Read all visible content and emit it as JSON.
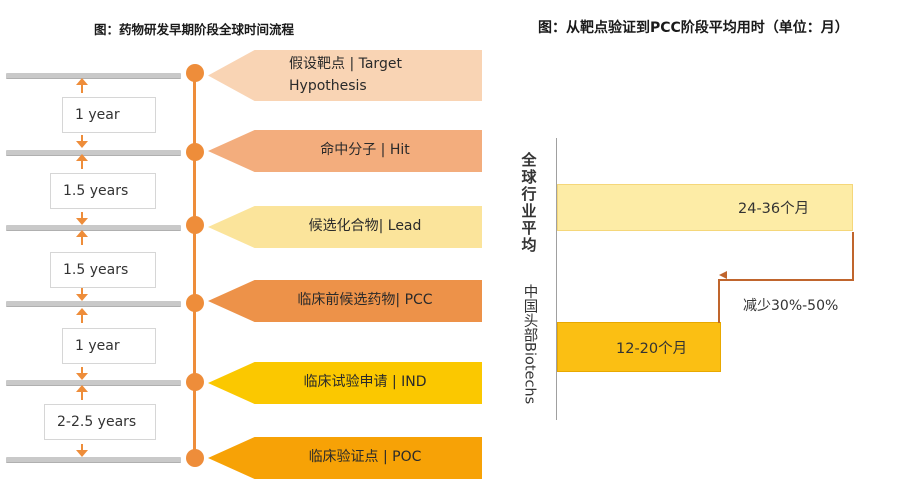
{
  "left_title": "图：药物研发早期阶段全球时间流程",
  "right_title": "图：从靶点验证到PCC阶段平均用时（单位：月）",
  "stages": [
    {
      "label": "假设靶点 | Target Hypothesis",
      "color": "#f9d4b4"
    },
    {
      "label": "命中分子 | Hit",
      "color": "#f3ad7d"
    },
    {
      "label": "候选化合物| Lead",
      "color": "#fbe49b"
    },
    {
      "label": "临床前候选药物| PCC",
      "color": "#ed9249"
    },
    {
      "label": "临床试验申请 | IND",
      "color": "#fbc800"
    },
    {
      "label": "临床验证点 | POC",
      "color": "#f7a206"
    }
  ],
  "intervals": [
    "1 year",
    "1.5 years",
    "1.5 years",
    "1 year",
    "2-2.5 years"
  ],
  "chart_data": {
    "type": "bar",
    "orientation": "horizontal",
    "categories": [
      "全球行业平均",
      "中国头部Biotechs"
    ],
    "labels": [
      "24-36个月",
      "12-20个月"
    ],
    "ranges": [
      [
        24,
        36
      ],
      [
        12,
        20
      ]
    ],
    "colors": [
      "#fdeca6",
      "#fbbf13"
    ],
    "annotation": "减少30%-50%"
  }
}
